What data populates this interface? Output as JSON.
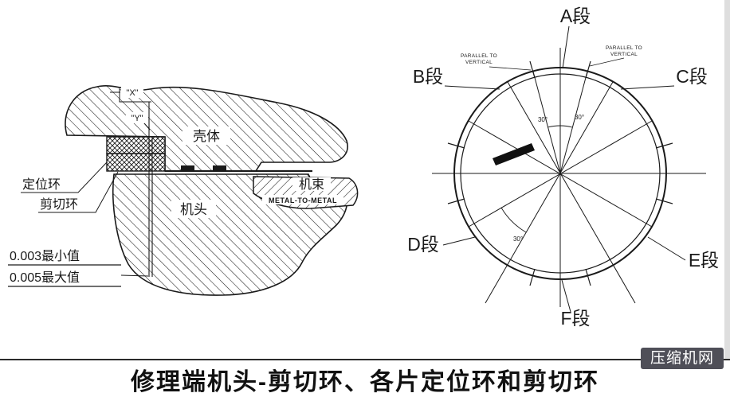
{
  "colors": {
    "ink": "#1a1a1a",
    "watermark_bg": "#4f4f58",
    "watermark_text": "#ffffff",
    "background": "#ffffff"
  },
  "left_diagram": {
    "shell_label": "壳体",
    "head_label": "机头",
    "bundle_label": "机束",
    "positioning_ring_label": "定位环",
    "shear_ring_label": "剪切环",
    "metal_to_metal_label": "METAL-TO-METAL",
    "min_clearance": "0.003最小值",
    "max_clearance": "0.005最大值",
    "dim_x": "\"X\"",
    "dim_y": "\"Y\""
  },
  "right_diagram": {
    "section_a": "A段",
    "section_b": "B段",
    "section_c": "C段",
    "section_d": "D段",
    "section_e": "E段",
    "section_f": "F段",
    "parallel_note_line1": "PARALLEL TO",
    "parallel_note_line2": "VERTICAL",
    "angle_top_left": "30°",
    "angle_top_right": "30°",
    "angle_lower_left": "30°"
  },
  "footer": {
    "caption": "修理端机头-剪切环、各片定位环和剪切环",
    "watermark": "压缩机网"
  }
}
